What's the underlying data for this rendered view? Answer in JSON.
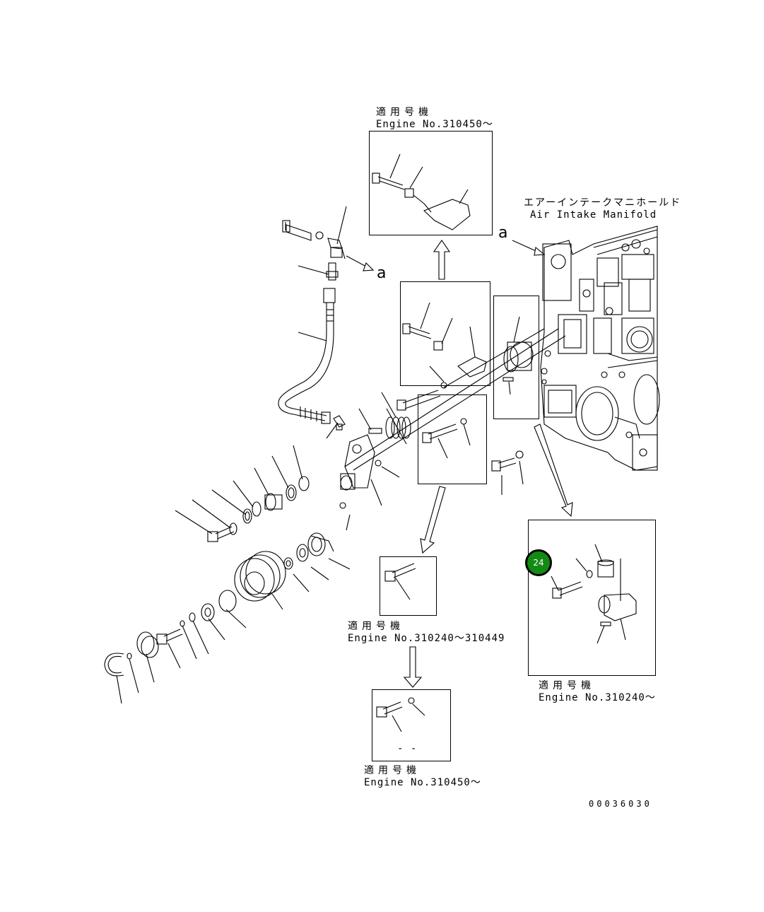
{
  "labels": {
    "top_jp": "適用号機",
    "top_en": "Engine No.310450〜",
    "manifold_jp": "エアーインテークマニホールド",
    "manifold_en": "Air Intake Manifold",
    "mid_jp": "適用号機",
    "mid_en": "Engine No.310240〜310449",
    "right_jp": "適用号機",
    "right_en": "Engine No.310240〜",
    "bottom_jp": "適用号機",
    "bottom_en": "Engine No.310450〜",
    "dashes": "- -",
    "drawing_no": "00036030",
    "ref_a1": "a",
    "ref_a2": "a"
  },
  "callout": {
    "number": "24",
    "color": "#138a13"
  }
}
